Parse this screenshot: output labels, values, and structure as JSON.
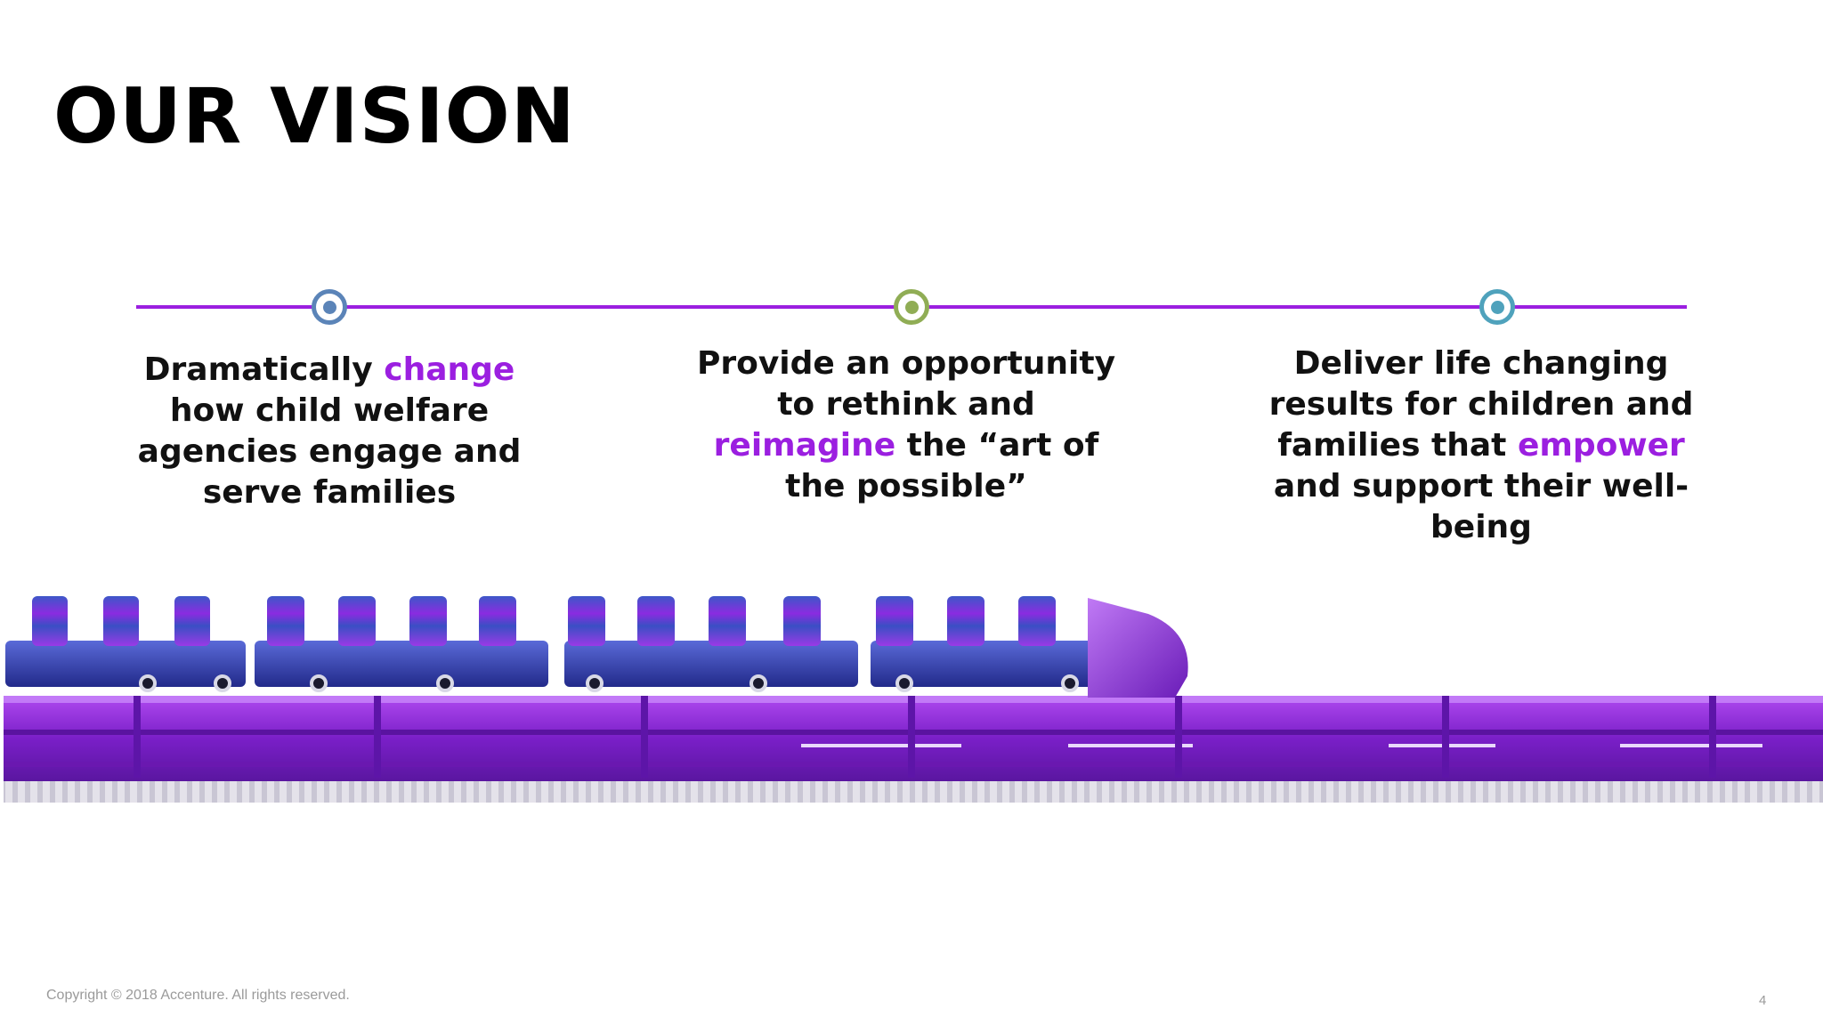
{
  "slide": {
    "title": "OUR VISION",
    "colors": {
      "accent": "#9b1fe0",
      "node1": "#5b84b8",
      "node2": "#90ad55",
      "node3": "#4fa2bc"
    },
    "pillars": [
      {
        "before": "Dramatically ",
        "highlight": "change",
        "after": " how child welfare agencies engage and serve families"
      },
      {
        "before": "Provide an opportunity to rethink and ",
        "highlight": "reimagine",
        "after": " the “art of the possible”"
      },
      {
        "before": "Deliver life changing results for children and families that ",
        "highlight": "empower",
        "after": " and support their well-being"
      }
    ],
    "image": "purple-roller-coaster-train",
    "copyright": "Copyright © 2018 Accenture. All rights reserved.",
    "page_number": "4"
  }
}
